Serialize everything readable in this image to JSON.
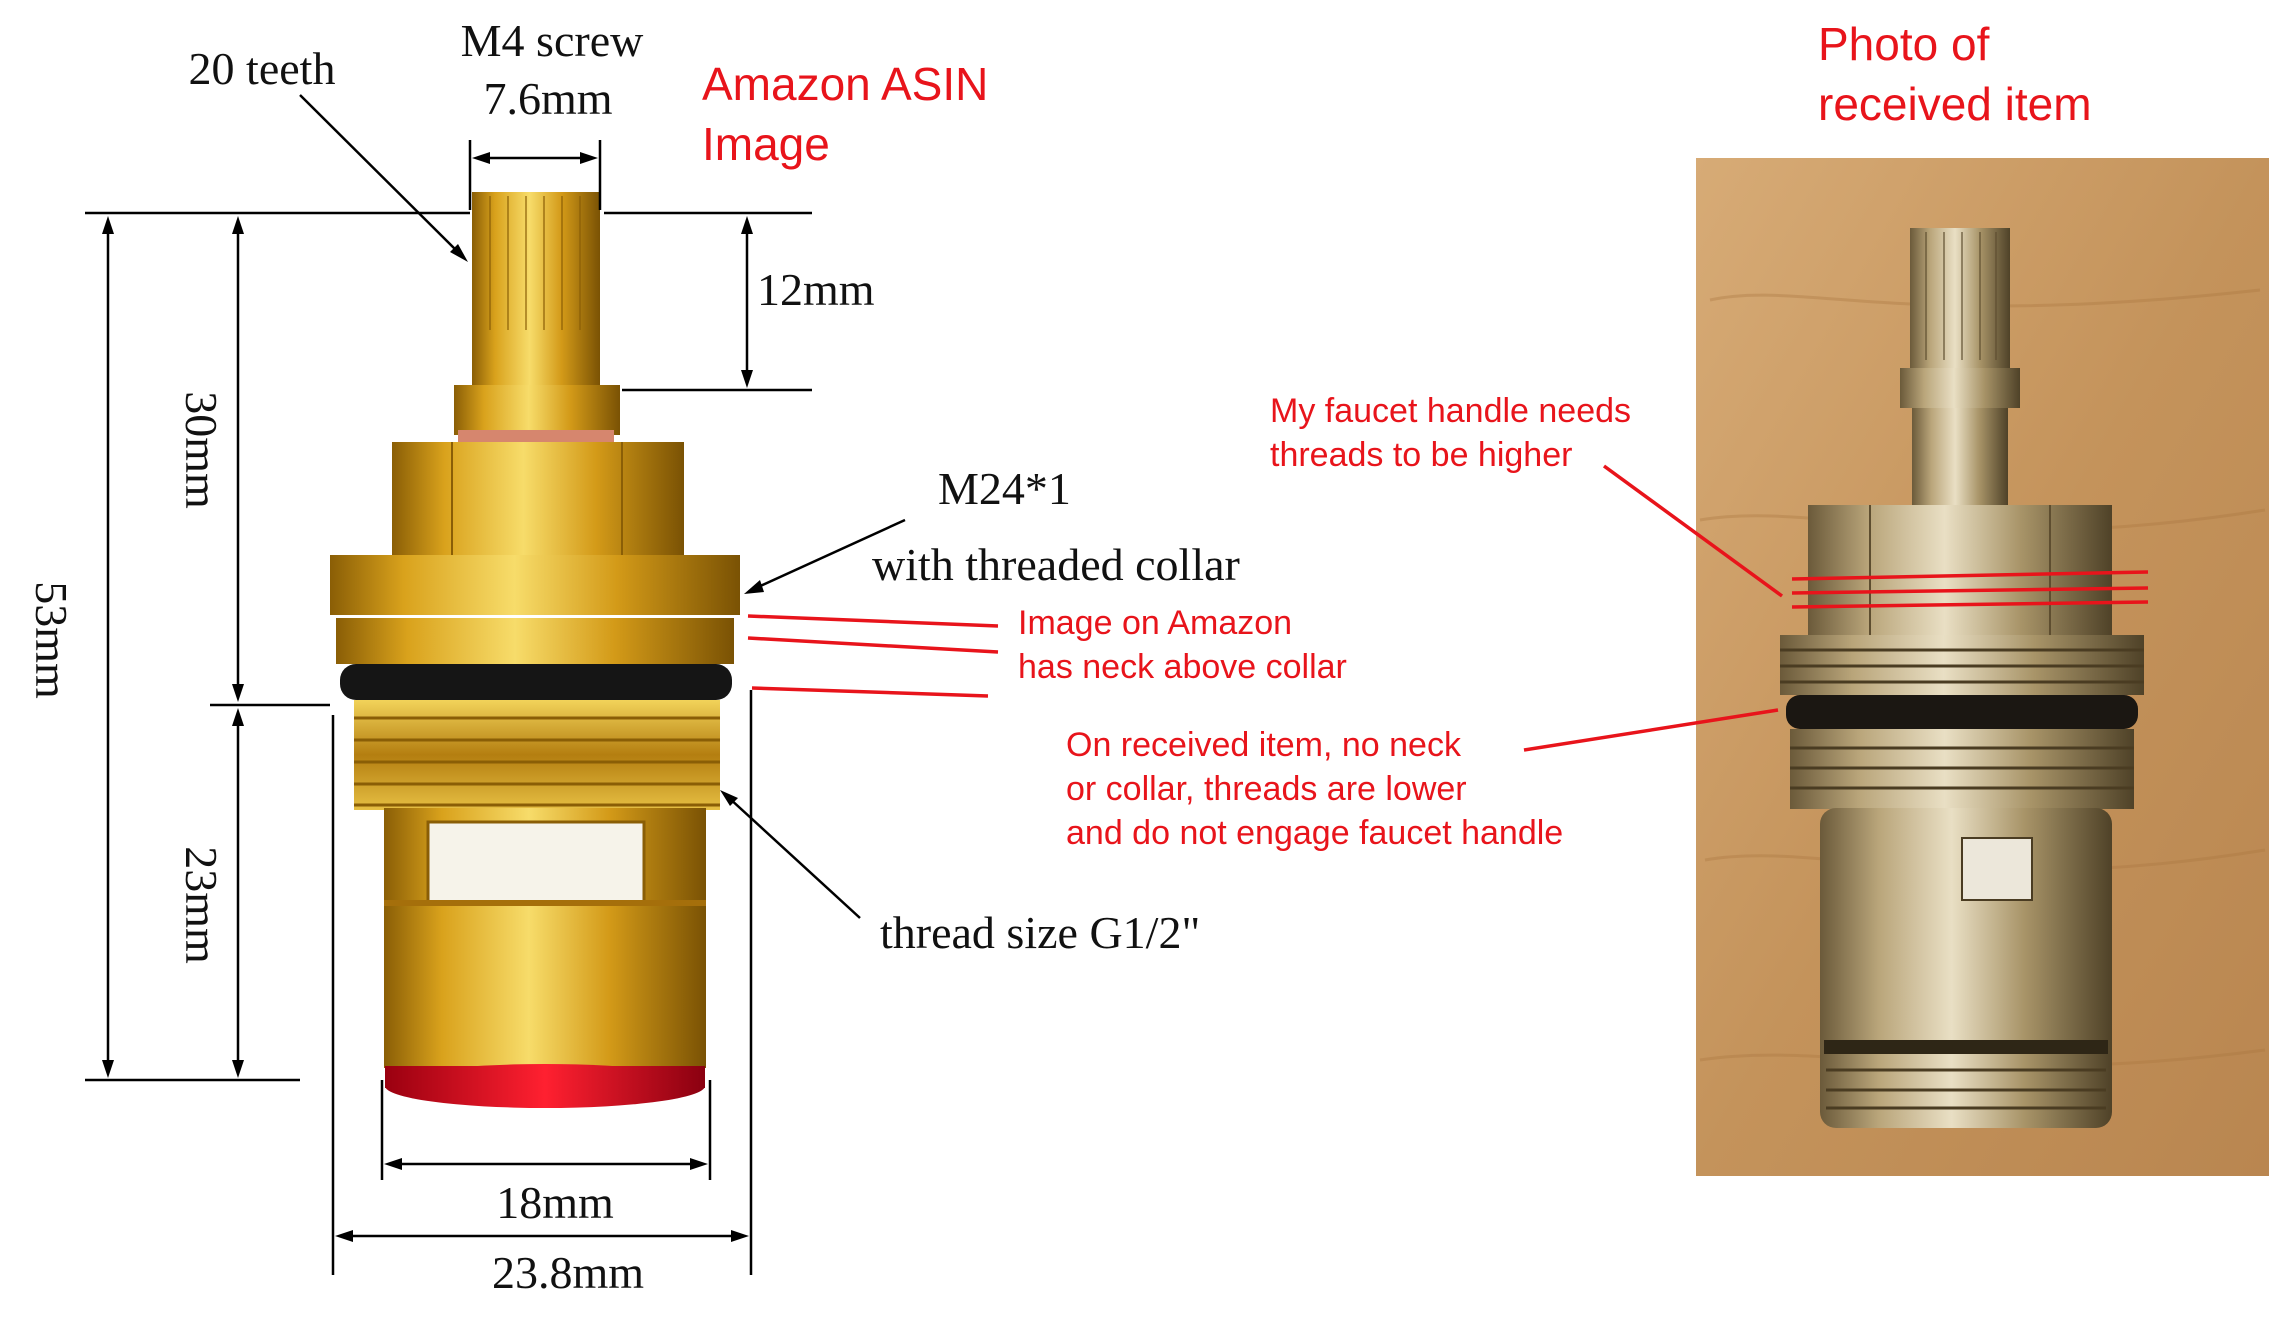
{
  "labels": {
    "teeth": "20 teeth",
    "screw": "M4 screw",
    "screw_width": "7.6mm",
    "spline_height": "12mm",
    "upper_height": "30mm",
    "total_height": "53mm",
    "lower_height": "23mm",
    "collar_line1": "M24*1",
    "collar_line2": "with threaded collar",
    "thread_size": "thread size G1/2\"",
    "base_width": "18mm",
    "body_width": "23.8mm"
  },
  "annotations": {
    "asin_line1": "Amazon ASIN",
    "asin_line2": "Image",
    "photo_line1": "Photo of",
    "photo_line2": "received item",
    "neck_line1": "Image on Amazon",
    "neck_line2": "has neck above collar",
    "handle_line1": "My faucet handle needs",
    "handle_line2": "threads to be higher",
    "received_line1": "On received item, no neck",
    "received_line2": "or collar, threads are lower",
    "received_line3": "and do not engage faucet handle"
  },
  "colors": {
    "annotation": "#e8141b",
    "brass": "#d6a21e",
    "seal_red": "#e01020",
    "photo_bg": "#c99a63"
  }
}
